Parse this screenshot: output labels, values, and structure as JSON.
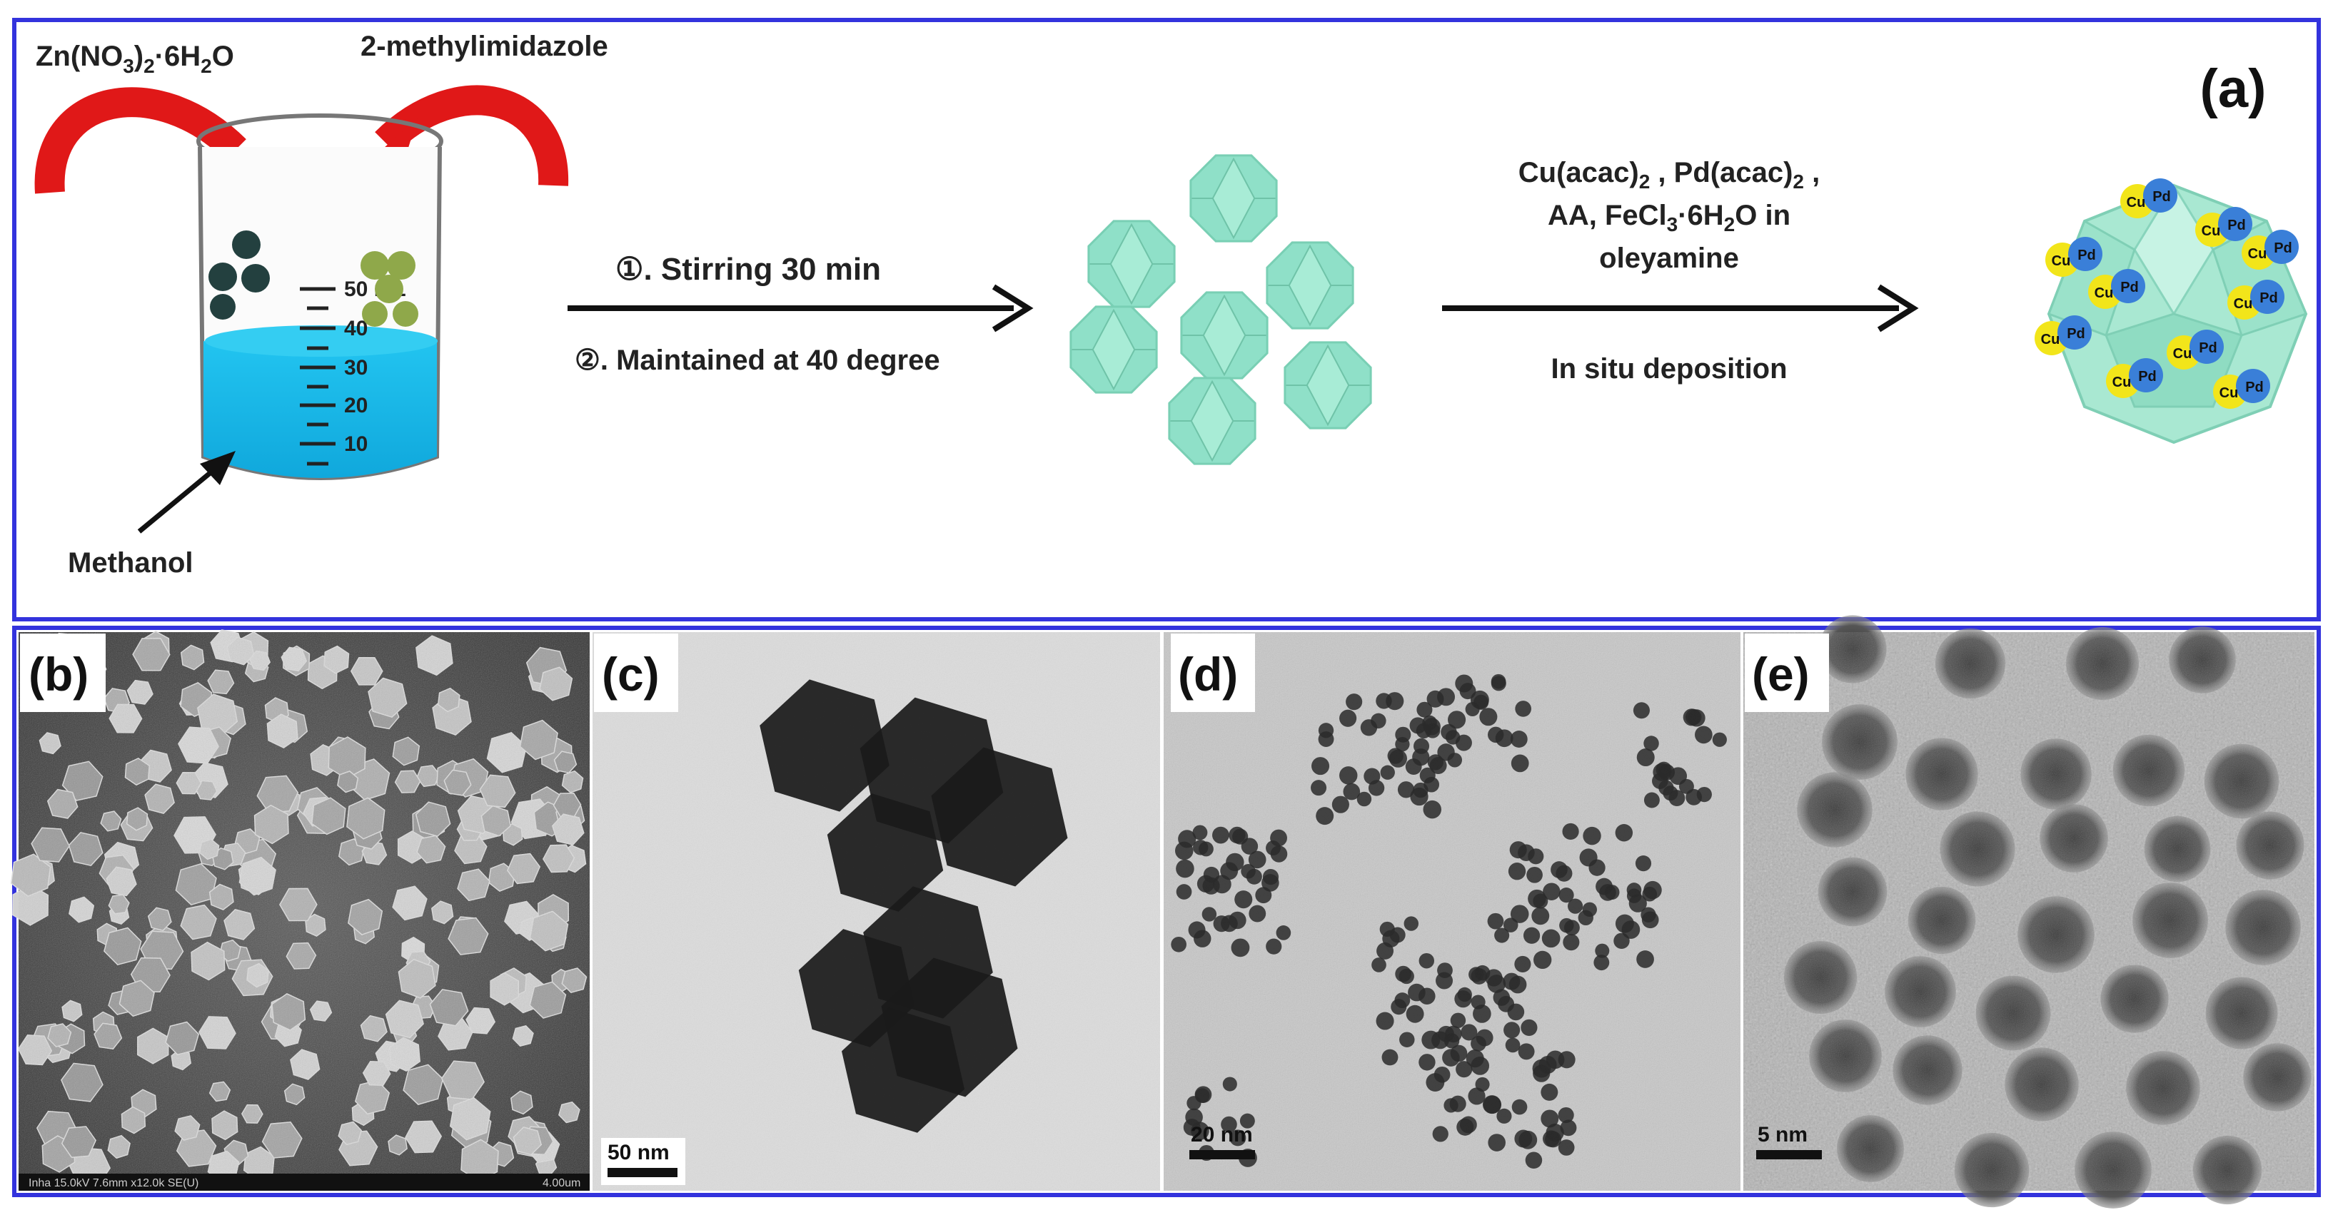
{
  "scheme": {
    "panel_label": "(a)",
    "reagent_zn": "Zn(NO",
    "reagent_zn_sub1": "3",
    "reagent_zn_mid": ")",
    "reagent_zn_sub2": "2",
    "reagent_zn_tail": "·6H",
    "reagent_zn_sub3": "2",
    "reagent_zn_end": "O",
    "reagent_mim": "2-methylimidazole",
    "solvent": "Methanol",
    "beaker_marks": [
      "50 mL",
      "40",
      "30",
      "20",
      "10"
    ],
    "step1": "①. Stirring 30 min",
    "step2": "②. Maintained at 40 degree",
    "reagents_line1_a": "Cu(acac)",
    "reagents_line1_sub_a": "2",
    "reagents_line1_b": " , Pd(acac)",
    "reagents_line1_sub_b": "2",
    "reagents_line1_c": " ,",
    "reagents_line2_a": "AA, FeCl",
    "reagents_line2_sub_a": "3",
    "reagents_line2_b": "·6H",
    "reagents_line2_sub_b": "2",
    "reagents_line2_c": "O in",
    "reagents_line3": "oleyamine",
    "deposition": "In situ deposition",
    "np_cu": "Cu",
    "np_pd": "Pd"
  },
  "micrographs": [
    {
      "label": "(b)",
      "scale": "",
      "footer": "Inha 15.0kV 7.6mm x12.0k SE(U)",
      "footer_scale": "4.00um"
    },
    {
      "label": "(c)",
      "scale": "50 nm"
    },
    {
      "label": "(d)",
      "scale": "20 nm"
    },
    {
      "label": "(e)",
      "scale": "5 nm"
    }
  ],
  "colors": {
    "frame": "#3333dd",
    "liquid": "#1ab8e8",
    "crystal": "#8fe0c8",
    "arrow_red": "#e01818",
    "cu": "#f2e51a",
    "pd": "#3a7fd8"
  }
}
